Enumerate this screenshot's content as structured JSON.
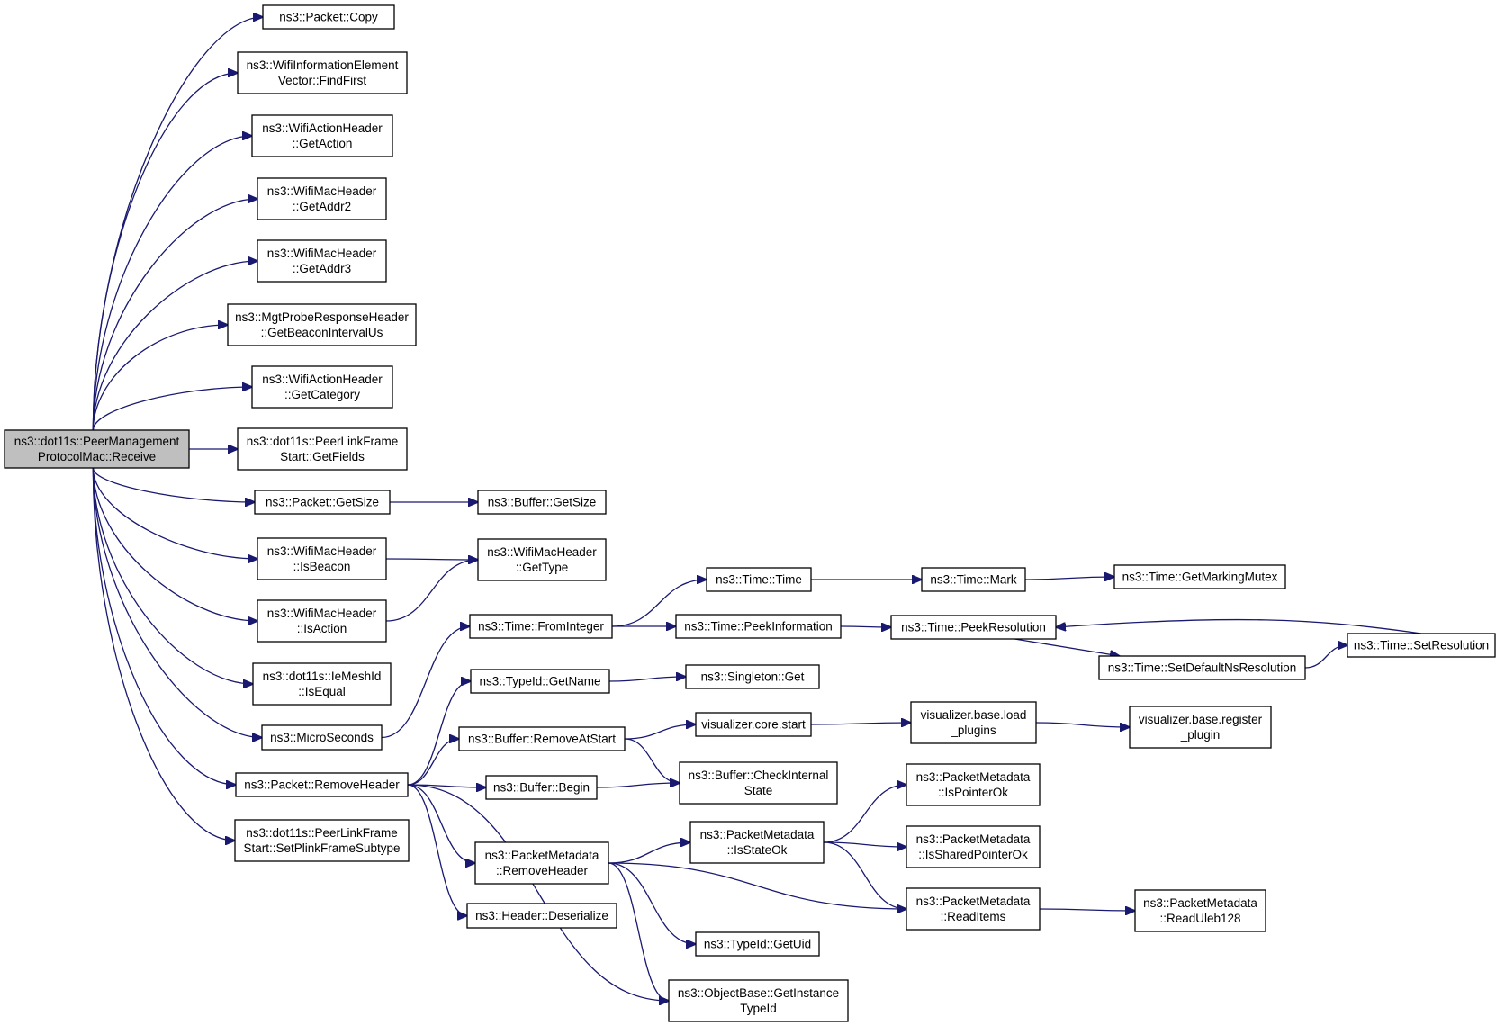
{
  "diagram": {
    "type": "call-graph",
    "edge_color": "#191970",
    "root_fill": "#bfbfbf",
    "nodes": [
      {
        "id": "receive",
        "lines": [
          "ns3::dot11s::PeerManagement",
          "ProtocolMac::Receive"
        ],
        "root": true
      },
      {
        "id": "copy",
        "lines": [
          "ns3::Packet::Copy"
        ]
      },
      {
        "id": "findfirst",
        "lines": [
          "ns3::WifiInformationElement",
          "Vector::FindFirst"
        ]
      },
      {
        "id": "getaction",
        "lines": [
          "ns3::WifiActionHeader",
          "::GetAction"
        ]
      },
      {
        "id": "getaddr2",
        "lines": [
          "ns3::WifiMacHeader",
          "::GetAddr2"
        ]
      },
      {
        "id": "getaddr3",
        "lines": [
          "ns3::WifiMacHeader",
          "::GetAddr3"
        ]
      },
      {
        "id": "getbeacon",
        "lines": [
          "ns3::MgtProbeResponseHeader",
          "::GetBeaconIntervalUs"
        ]
      },
      {
        "id": "getcategory",
        "lines": [
          "ns3::WifiActionHeader",
          "::GetCategory"
        ]
      },
      {
        "id": "getfields",
        "lines": [
          "ns3::dot11s::PeerLinkFrame",
          "Start::GetFields"
        ]
      },
      {
        "id": "pktgetsize",
        "lines": [
          "ns3::Packet::GetSize"
        ]
      },
      {
        "id": "isbeacon",
        "lines": [
          "ns3::WifiMacHeader",
          "::IsBeacon"
        ]
      },
      {
        "id": "isaction",
        "lines": [
          "ns3::WifiMacHeader",
          "::IsAction"
        ]
      },
      {
        "id": "isequal",
        "lines": [
          "ns3::dot11s::IeMeshId",
          "::IsEqual"
        ]
      },
      {
        "id": "microseconds",
        "lines": [
          "ns3::MicroSeconds"
        ]
      },
      {
        "id": "removeheader",
        "lines": [
          "ns3::Packet::RemoveHeader"
        ]
      },
      {
        "id": "setplink",
        "lines": [
          "ns3::dot11s::PeerLinkFrame",
          "Start::SetPlinkFrameSubtype"
        ]
      },
      {
        "id": "bufgetsize",
        "lines": [
          "ns3::Buffer::GetSize"
        ]
      },
      {
        "id": "gettype",
        "lines": [
          "ns3::WifiMacHeader",
          "::GetType"
        ]
      },
      {
        "id": "frominteger",
        "lines": [
          "ns3::Time::FromInteger"
        ]
      },
      {
        "id": "getname",
        "lines": [
          "ns3::TypeId::GetName"
        ]
      },
      {
        "id": "removeatstart",
        "lines": [
          "ns3::Buffer::RemoveAtStart"
        ]
      },
      {
        "id": "begin",
        "lines": [
          "ns3::Buffer::Begin"
        ]
      },
      {
        "id": "pmremoveheader",
        "lines": [
          "ns3::PacketMetadata",
          "::RemoveHeader"
        ]
      },
      {
        "id": "deserialize",
        "lines": [
          "ns3::Header::Deserialize"
        ]
      },
      {
        "id": "timetime",
        "lines": [
          "ns3::Time::Time"
        ]
      },
      {
        "id": "peekinfo",
        "lines": [
          "ns3::Time::PeekInformation"
        ]
      },
      {
        "id": "singletonget",
        "lines": [
          "ns3::Singleton::Get"
        ]
      },
      {
        "id": "corestart",
        "lines": [
          "visualizer.core.start"
        ]
      },
      {
        "id": "checkinternal",
        "lines": [
          "ns3::Buffer::CheckInternal",
          "State"
        ]
      },
      {
        "id": "isstateok",
        "lines": [
          "ns3::PacketMetadata",
          "::IsStateOk"
        ]
      },
      {
        "id": "getuid",
        "lines": [
          "ns3::TypeId::GetUid"
        ]
      },
      {
        "id": "getinstance",
        "lines": [
          "ns3::ObjectBase::GetInstance",
          "TypeId"
        ]
      },
      {
        "id": "mark",
        "lines": [
          "ns3::Time::Mark"
        ]
      },
      {
        "id": "peekres",
        "lines": [
          "ns3::Time::PeekResolution"
        ]
      },
      {
        "id": "setdefault",
        "lines": [
          "ns3::Time::SetDefaultNsResolution"
        ]
      },
      {
        "id": "loadplugins",
        "lines": [
          "visualizer.base.load",
          "_plugins"
        ]
      },
      {
        "id": "ispointerok",
        "lines": [
          "ns3::PacketMetadata",
          "::IsPointerOk"
        ]
      },
      {
        "id": "issharedok",
        "lines": [
          "ns3::PacketMetadata",
          "::IsSharedPointerOk"
        ]
      },
      {
        "id": "readitems",
        "lines": [
          "ns3::PacketMetadata",
          "::ReadItems"
        ]
      },
      {
        "id": "getmarking",
        "lines": [
          "ns3::Time::GetMarkingMutex"
        ]
      },
      {
        "id": "setresolution",
        "lines": [
          "ns3::Time::SetResolution"
        ]
      },
      {
        "id": "registerplugin",
        "lines": [
          "visualizer.base.register",
          "_plugin"
        ]
      },
      {
        "id": "readuleb",
        "lines": [
          "ns3::PacketMetadata",
          "::ReadUleb128"
        ]
      }
    ],
    "edges": [
      [
        "receive",
        "copy"
      ],
      [
        "receive",
        "findfirst"
      ],
      [
        "receive",
        "getaction"
      ],
      [
        "receive",
        "getaddr2"
      ],
      [
        "receive",
        "getaddr3"
      ],
      [
        "receive",
        "getbeacon"
      ],
      [
        "receive",
        "getcategory"
      ],
      [
        "receive",
        "getfields"
      ],
      [
        "receive",
        "pktgetsize"
      ],
      [
        "receive",
        "isbeacon"
      ],
      [
        "receive",
        "isaction"
      ],
      [
        "receive",
        "isequal"
      ],
      [
        "receive",
        "microseconds"
      ],
      [
        "receive",
        "removeheader"
      ],
      [
        "receive",
        "setplink"
      ],
      [
        "pktgetsize",
        "bufgetsize"
      ],
      [
        "isbeacon",
        "gettype"
      ],
      [
        "isaction",
        "gettype"
      ],
      [
        "microseconds",
        "frominteger"
      ],
      [
        "removeheader",
        "getname"
      ],
      [
        "removeheader",
        "removeatstart"
      ],
      [
        "removeheader",
        "begin"
      ],
      [
        "removeheader",
        "pmremoveheader"
      ],
      [
        "removeheader",
        "deserialize"
      ],
      [
        "removeheader",
        "getinstance"
      ],
      [
        "frominteger",
        "timetime"
      ],
      [
        "frominteger",
        "peekinfo"
      ],
      [
        "getname",
        "singletonget"
      ],
      [
        "removeatstart",
        "corestart"
      ],
      [
        "removeatstart",
        "checkinternal"
      ],
      [
        "begin",
        "checkinternal"
      ],
      [
        "pmremoveheader",
        "isstateok"
      ],
      [
        "pmremoveheader",
        "getuid"
      ],
      [
        "pmremoveheader",
        "getinstance"
      ],
      [
        "pmremoveheader",
        "readitems"
      ],
      [
        "timetime",
        "mark"
      ],
      [
        "peekinfo",
        "peekres"
      ],
      [
        "corestart",
        "loadplugins"
      ],
      [
        "isstateok",
        "ispointerok"
      ],
      [
        "isstateok",
        "issharedok"
      ],
      [
        "isstateok",
        "readitems"
      ],
      [
        "mark",
        "getmarking"
      ],
      [
        "peekres",
        "setdefault"
      ],
      [
        "loadplugins",
        "registerplugin"
      ],
      [
        "readitems",
        "readuleb"
      ],
      [
        "setdefault",
        "setresolution"
      ],
      [
        "setresolution",
        "peekres"
      ]
    ]
  }
}
